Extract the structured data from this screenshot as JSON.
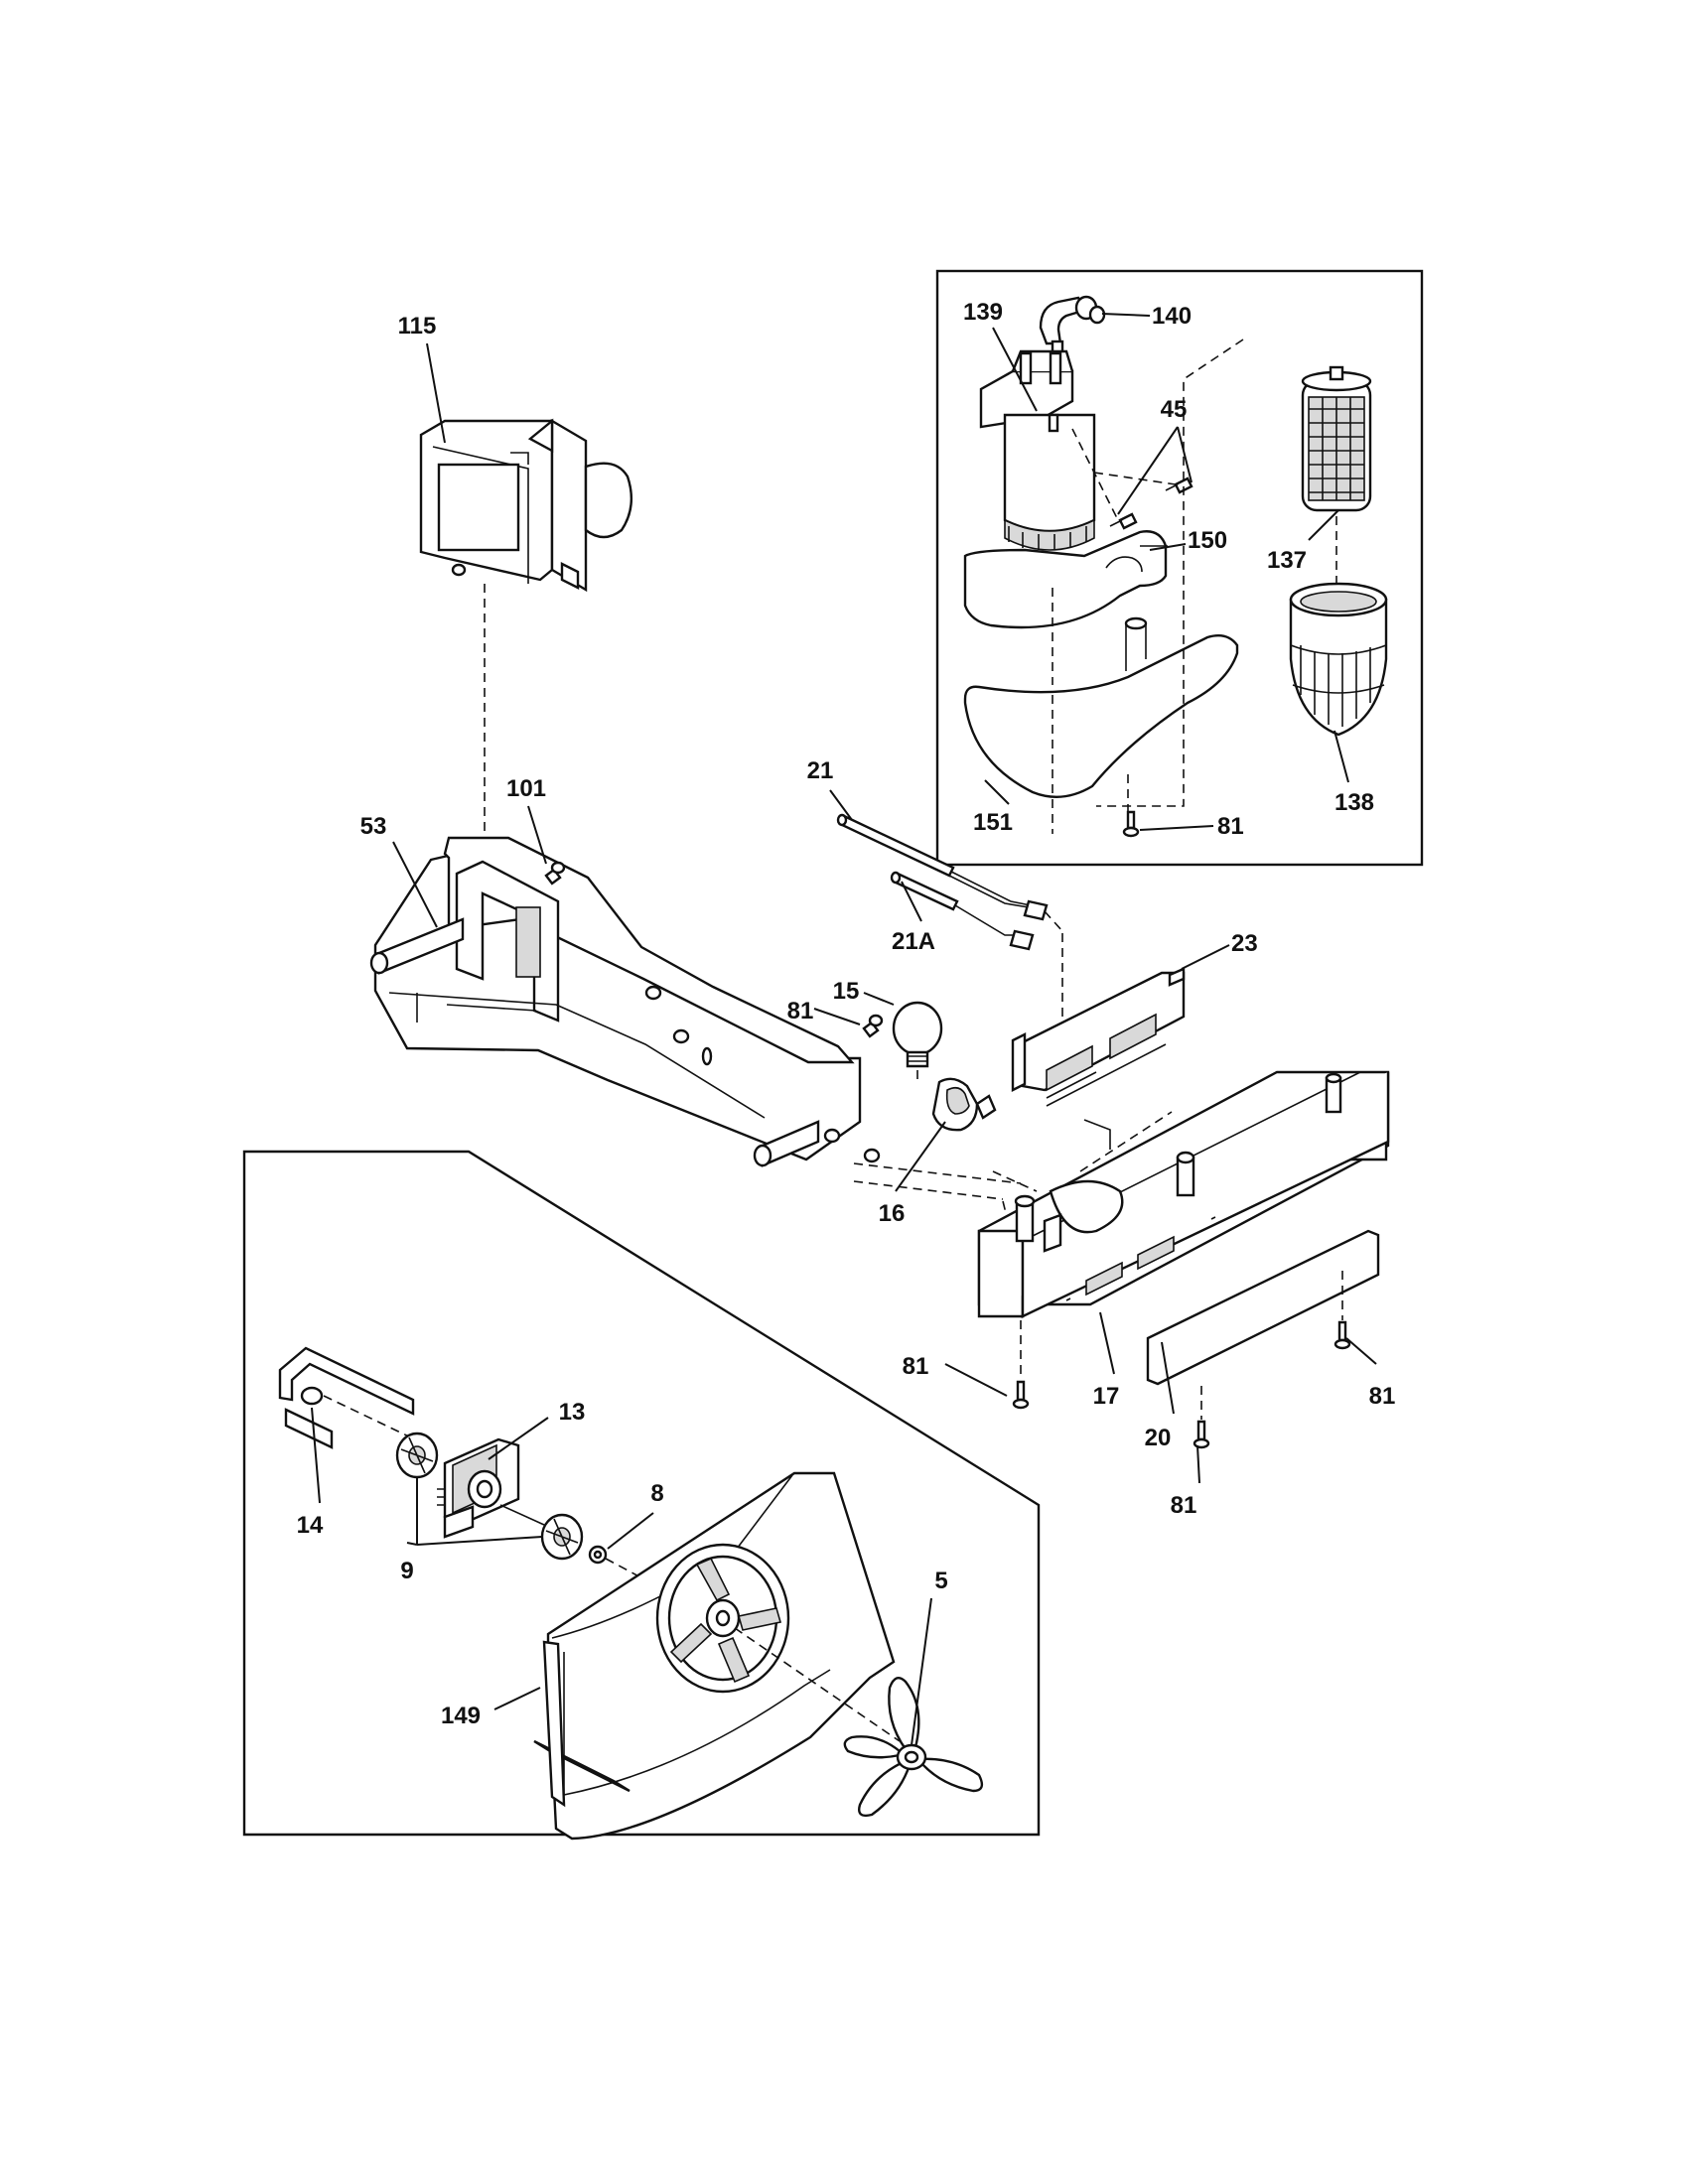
{
  "diagram": {
    "parts": [
      {
        "id": "p115",
        "label": "115"
      },
      {
        "id": "p139",
        "label": "139"
      },
      {
        "id": "p140",
        "label": "140"
      },
      {
        "id": "p45",
        "label": "45"
      },
      {
        "id": "p150",
        "label": "150"
      },
      {
        "id": "p137",
        "label": "137"
      },
      {
        "id": "p138",
        "label": "138"
      },
      {
        "id": "p151",
        "label": "151"
      },
      {
        "id": "p81a",
        "label": "81"
      },
      {
        "id": "p21",
        "label": "21"
      },
      {
        "id": "p101",
        "label": "101"
      },
      {
        "id": "p53",
        "label": "53"
      },
      {
        "id": "p21A",
        "label": "21A"
      },
      {
        "id": "p23",
        "label": "23"
      },
      {
        "id": "p15",
        "label": "15"
      },
      {
        "id": "p81b",
        "label": "81"
      },
      {
        "id": "p16",
        "label": "16"
      },
      {
        "id": "p81c",
        "label": "81"
      },
      {
        "id": "p17",
        "label": "17"
      },
      {
        "id": "p81d",
        "label": "81"
      },
      {
        "id": "p20",
        "label": "20"
      },
      {
        "id": "p81e",
        "label": "81"
      },
      {
        "id": "p13",
        "label": "13"
      },
      {
        "id": "p14",
        "label": "14"
      },
      {
        "id": "p8",
        "label": "8"
      },
      {
        "id": "p9",
        "label": "9"
      },
      {
        "id": "p5",
        "label": "5"
      },
      {
        "id": "p149",
        "label": "149"
      }
    ]
  }
}
